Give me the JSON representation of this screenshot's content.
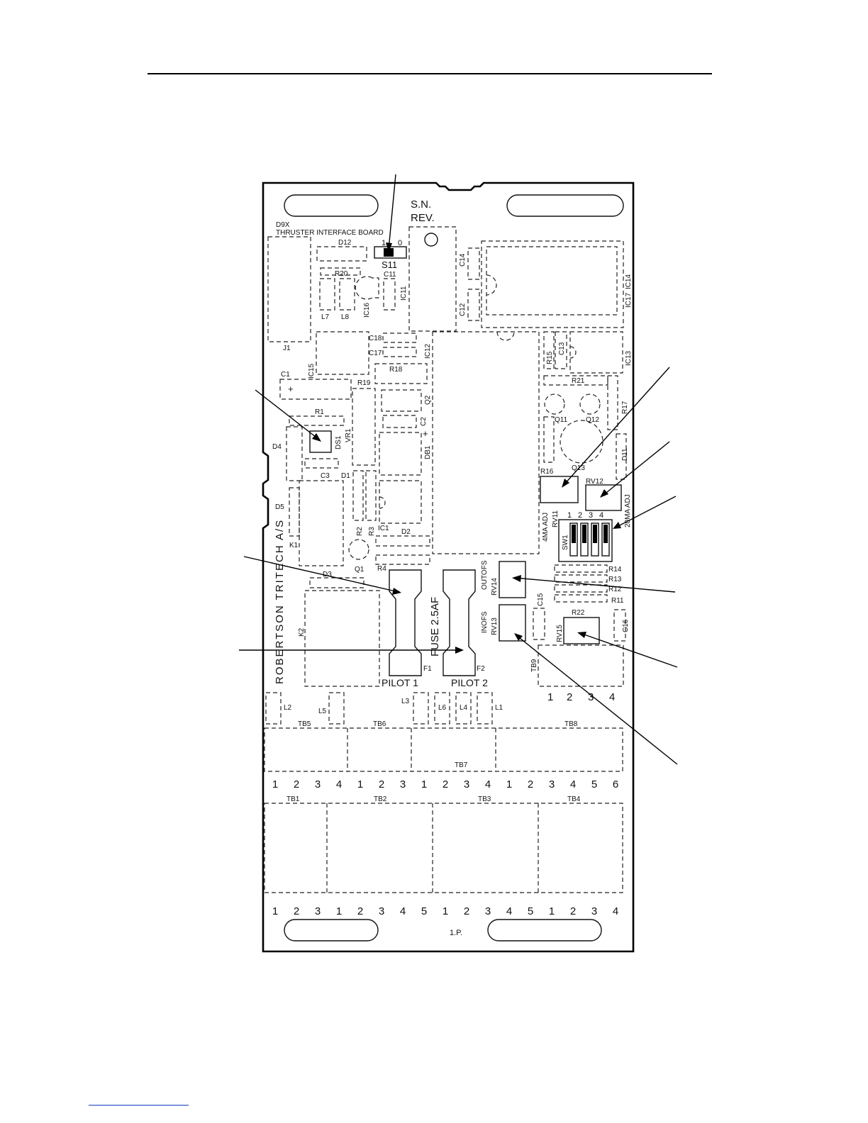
{
  "board": {
    "model": "D9X",
    "name": "THRUSTER INTERFACE BOARD",
    "serial_label": "S.N.",
    "revision_label": "REV.",
    "maker": "ROBERTSON TRITECH A/S",
    "fuse_rating": "FUSE 2.5AF",
    "pilot1": "PILOT 1",
    "pilot2": "PILOT 2",
    "footer_mark": "1.P."
  },
  "components": {
    "J1": "J1",
    "D12": "D12",
    "S11": "S11",
    "R20": "R20",
    "C11": "C11",
    "IC11": "IC11",
    "IC16": "IC16",
    "L7": "L7",
    "L8": "L8",
    "C14": "C14",
    "C12": "C12",
    "IC17": "IC17",
    "IC14": "IC14",
    "C18": "C18",
    "C17": "C17",
    "IC12": "IC12",
    "IC15": "IC15",
    "R18": "R18",
    "C1": "C1",
    "R19": "R19",
    "Q2": "Q2",
    "R1": "R1",
    "VR1": "VR1",
    "DS1": "DS1",
    "D4": "D4",
    "C2": "C2",
    "DB1": "DB1",
    "C3": "C3",
    "D1": "D1",
    "D5": "D5",
    "K1": "K1",
    "R2": "R2",
    "R3": "R3",
    "IC1": "IC1",
    "D2": "D2",
    "Q1": "Q1",
    "R4": "R4",
    "D3": "D3",
    "K2": "K2",
    "F1": "F1",
    "F2": "F2",
    "R15": "R15",
    "C13": "C13",
    "IC13": "IC13",
    "R21": "R21",
    "Q11": "Q11",
    "Q12": "Q12",
    "R17": "R17",
    "D11": "D11",
    "Q13": "Q13",
    "R16": "R16",
    "RV12": "RV12",
    "RV11": "RV11",
    "SW1": "SW1",
    "R14": "R14",
    "R13": "R13",
    "R12": "R12",
    "R11": "R11",
    "C15": "C15",
    "C16": "C16",
    "R22": "R22",
    "RV15": "RV15",
    "RV14": "RV14",
    "RV13": "RV13",
    "TB9": "TB9",
    "L2": "L2",
    "L5": "L5",
    "L3": "L3",
    "L6": "L6",
    "L4": "L4",
    "L1": "L1",
    "TB1": "TB1",
    "TB2": "TB2",
    "TB3": "TB3",
    "TB4": "TB4",
    "TB5": "TB5",
    "TB6": "TB6",
    "TB7": "TB7",
    "TB8": "TB8"
  },
  "adjust_labels": {
    "ma4": "4MA ADJ",
    "ma20": "20MA ADJ",
    "outofs": "OUTOFS",
    "inofs": "INOFS"
  },
  "switch_positions": [
    "1",
    "2",
    "3",
    "4"
  ],
  "s11_marks": [
    "1",
    "0"
  ],
  "tb9_pins": [
    "1",
    "2",
    "3",
    "4"
  ],
  "upper_terminal_pins": [
    "1",
    "2",
    "3",
    "4",
    "1",
    "2",
    "3",
    "1",
    "2",
    "3",
    "4",
    "1",
    "2",
    "3",
    "4",
    "5",
    "6"
  ],
  "lower_terminal_pins": [
    "1",
    "2",
    "3",
    "1",
    "2",
    "3",
    "4",
    "5",
    "1",
    "2",
    "3",
    "4",
    "5",
    "1",
    "2",
    "3",
    "4"
  ]
}
